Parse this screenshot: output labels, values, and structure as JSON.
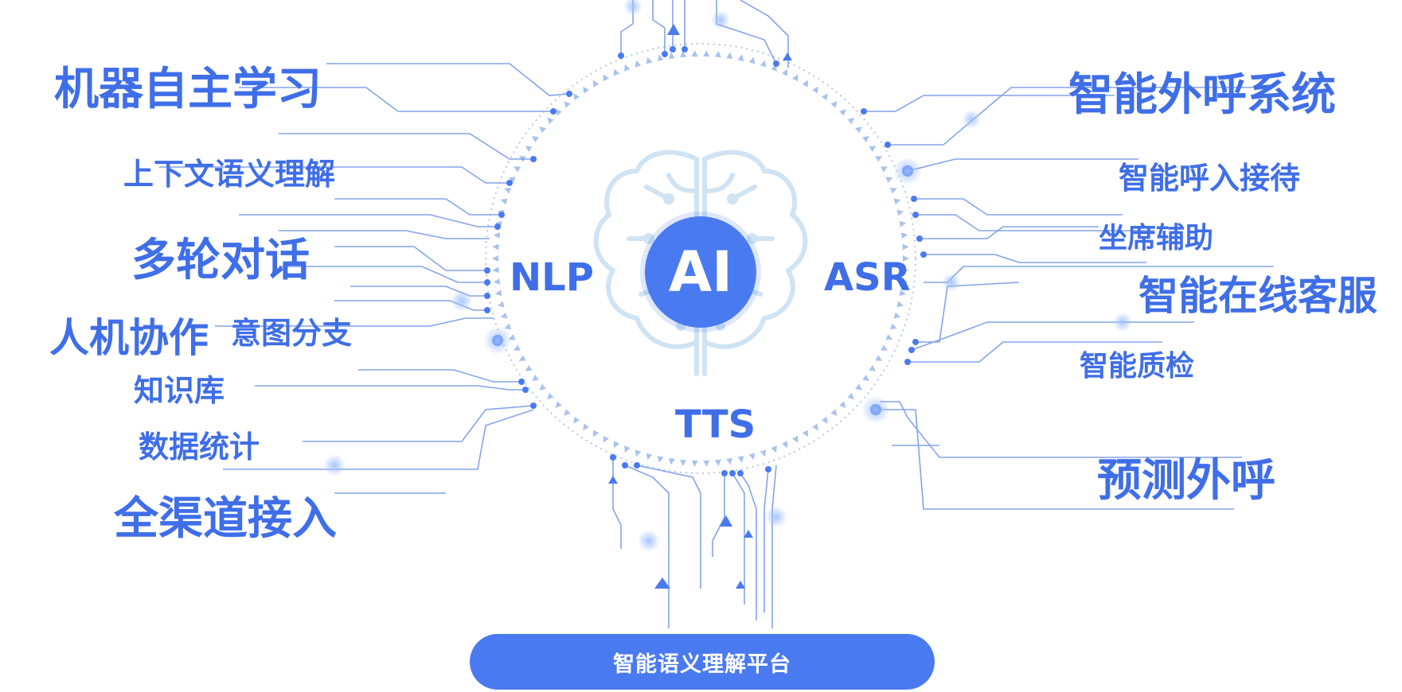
{
  "colors": {
    "accent": "#4a7af0",
    "label": "#3f6ee8",
    "circuit": "#6f93e8",
    "brain": "#cfe3f3"
  },
  "core": {
    "text": "AI"
  },
  "tech": {
    "nlp": "NLP",
    "asr": "ASR",
    "tts": "TTS"
  },
  "left_features": [
    "机器自主学习",
    "上下文语义理解",
    "多轮对话",
    "人机协作",
    "意图分支",
    "知识库",
    "数据统计",
    "全渠道接入"
  ],
  "right_features": [
    "智能外呼系统",
    "智能呼入接待",
    "坐席辅助",
    "智能在线客服",
    "智能质检",
    "预测外呼"
  ],
  "platform": {
    "label": "智能语义理解平台"
  }
}
